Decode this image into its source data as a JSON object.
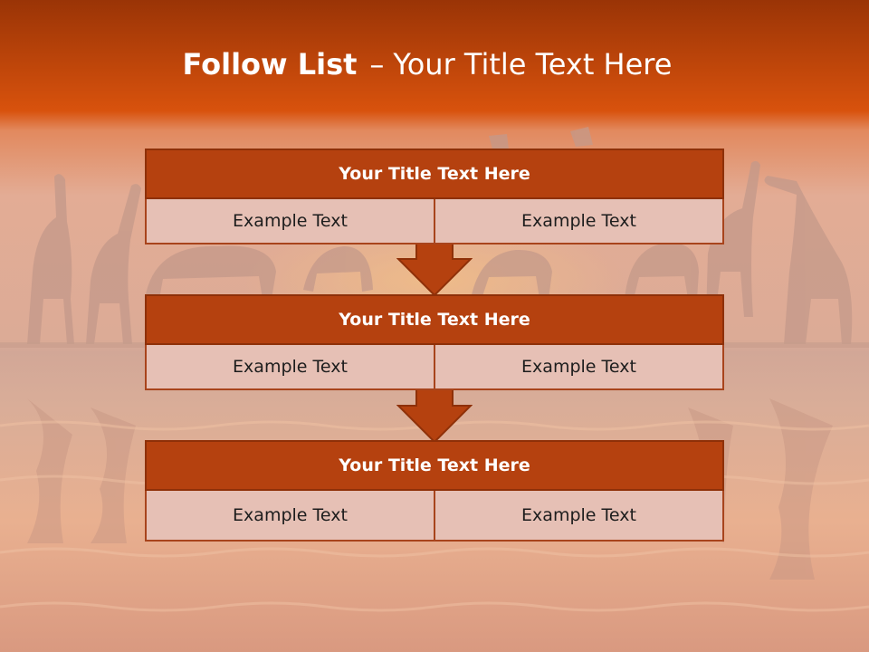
{
  "header": {
    "title_bold": "Follow List",
    "title_sep": "–",
    "title_rest": "Your Title Text Here"
  },
  "blocks": [
    {
      "title": "Your Title Text Here",
      "left": "Example Text",
      "right": "Example Text"
    },
    {
      "title": "Your Title Text Here",
      "left": "Example Text",
      "right": "Example Text"
    },
    {
      "title": "Your Title Text Here",
      "left": "Example Text",
      "right": "Example Text"
    }
  ],
  "colors": {
    "accent": "#b5410f",
    "cell": "#e6c0b5",
    "header_top": "#a33a0a",
    "header_bottom": "#d9520f"
  },
  "background": {
    "subject": "giraffe-silhouettes-sunset-reflection"
  }
}
